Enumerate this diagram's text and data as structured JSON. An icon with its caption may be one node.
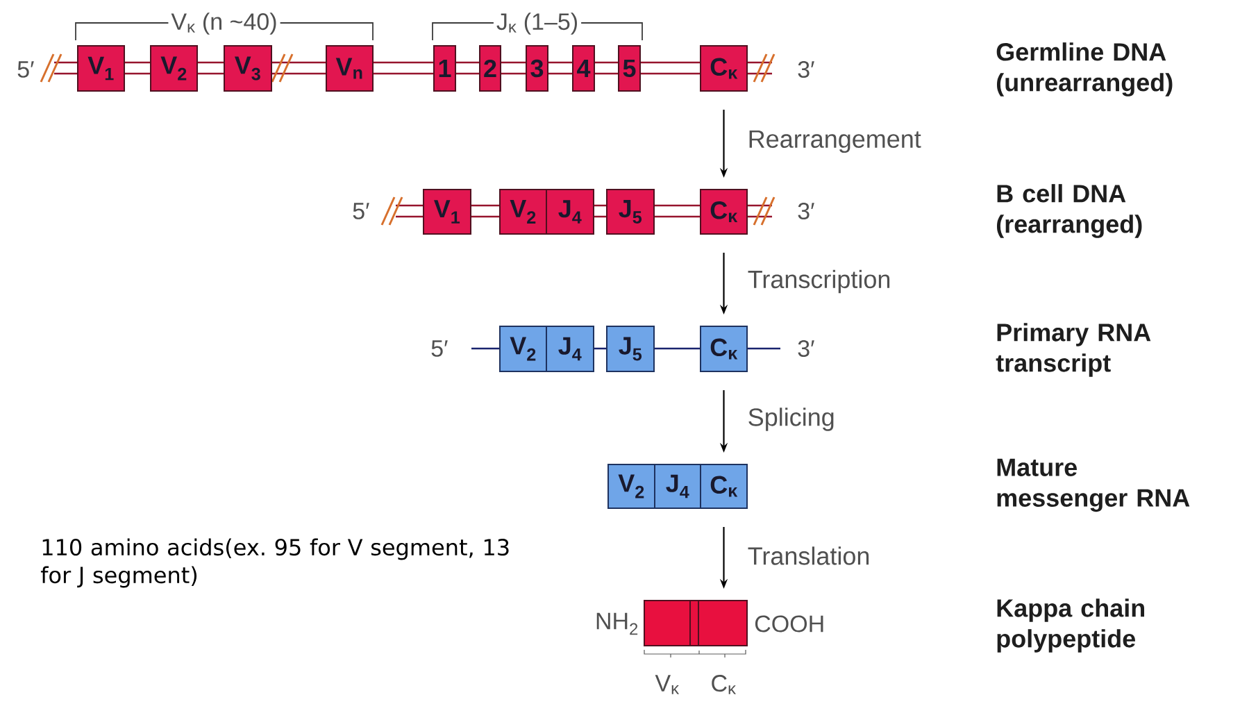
{
  "diagram": {
    "nodes": [
      {
        "text": [
          "V$_{1}$"
        ]
      },
      {
        "text": [
          "V$_{2}$"
        ]
      },
      {
        "text": [
          "V$_{3}$"
        ]
      },
      {
        "text": [
          "V$_{n}$"
        ]
      },
      {
        "text": [
          "1"
        ]
      },
      {
        "text": [
          "2"
        ]
      },
      {
        "text": [
          "3"
        ]
      },
      {
        "text": [
          "4"
        ]
      },
      {
        "text": [
          "5"
        ]
      },
      {
        "text": [
          "C$_{κ}$"
        ]
      },
      {
        "text": [
          "V$_{1}$"
        ]
      },
      {
        "text": [
          "V$_{2}$"
        ]
      },
      {
        "text": [
          "J$_{4}$"
        ]
      },
      {
        "text": [
          "J$_{5}$"
        ]
      },
      {
        "text": [
          "C$_{κ}$"
        ]
      },
      {
        "text": [
          "V$_{2}$"
        ]
      },
      {
        "text": [
          "J$_{4}$"
        ]
      },
      {
        "text": [
          "J$_{5}$"
        ]
      },
      {
        "text": [
          "C$_{κ}$"
        ]
      },
      {
        "text": [
          "V$_{2}$"
        ]
      },
      {
        "text": [
          "J$_{4}$"
        ]
      },
      {
        "text": [
          "C$_{κ}$"
        ]
      },
      {
        "text": [],
        "shape": "bar",
        "beside": [
          "NH$_{2}$",
          "COOH"
        ]
      }
    ],
    "edges": [
      {
        "from": 9,
        "to": 14,
        "arrow": "to",
        "label": "Rearrangement"
      },
      {
        "from": 14,
        "to": 18,
        "arrow": "to",
        "label": "Transcription"
      },
      {
        "from": 18,
        "to": 21,
        "arrow": "to",
        "label": "Splicing"
      },
      {
        "from": 21,
        "to": 22,
        "arrow": "to",
        "label": "Translation"
      }
    ],
    "labels": [
      "V$_{κ}$ (n ~40)",
      "J$_{κ}$ (1–5)",
      "5′",
      "3′",
      "Germline DNA (unrearranged)",
      "5′",
      "3′",
      "B cell DNA (rearranged)",
      "5′",
      "3′",
      "Primary RNA transcript",
      "Mature messenger RNA",
      "110 amino acids(ex. 95 for V segment, 13 for J segment)",
      "Kappa chain polypeptide",
      "V$_{κ}$",
      "C$_{κ}$"
    ]
  }
}
